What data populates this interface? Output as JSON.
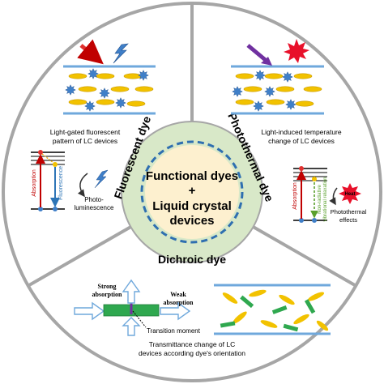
{
  "center": {
    "line1": "Functional dyes",
    "line2": "+",
    "line3": "Liquid crystal",
    "line4": "devices"
  },
  "dye_labels": {
    "fluorescent": "Fluorescent dye",
    "photothermal": "Photothermal dye",
    "dichroic": "Dichroic dye"
  },
  "panels": {
    "fluorescent": {
      "caption_line1": "Light-gated fluorescent",
      "caption_line2": "pattern of LC devices",
      "absorption": "Absorption",
      "fluorescence": "Fluorescence",
      "photo_line1": "Photo-",
      "photo_line2": "luminescence"
    },
    "photothermal": {
      "caption_line1": "Light-induced temperature",
      "caption_line2": "change of LC devices",
      "absorption": "Absorption",
      "nonrad_line1": "Non-radiative",
      "nonrad_line2": "vibrational relaxation",
      "heat": "Heat",
      "effects_line1": "Photothermal",
      "effects_line2": "effects"
    },
    "dichroic": {
      "strong_line1": "Strong",
      "strong_line2": "absorption",
      "weak_line1": "Weak",
      "weak_line2": "absorption",
      "transition": "Transition moment",
      "caption_line1": "Transmittance change of LC",
      "caption_line2": "devices according dye's orientation"
    }
  },
  "colors": {
    "outer_border": "#a6a6a6",
    "center_fill": "#d8e8c8",
    "center_core": "#fdf0cf",
    "dashed": "#2f6fb0",
    "lc_yellow": "#f2c200",
    "star_blue": "#3f7fc8",
    "arrow_red": "#e0312f",
    "arrow_purple": "#7030a0",
    "bar_green": "#2fa84f",
    "plate_blue": "#6fa8dc"
  }
}
